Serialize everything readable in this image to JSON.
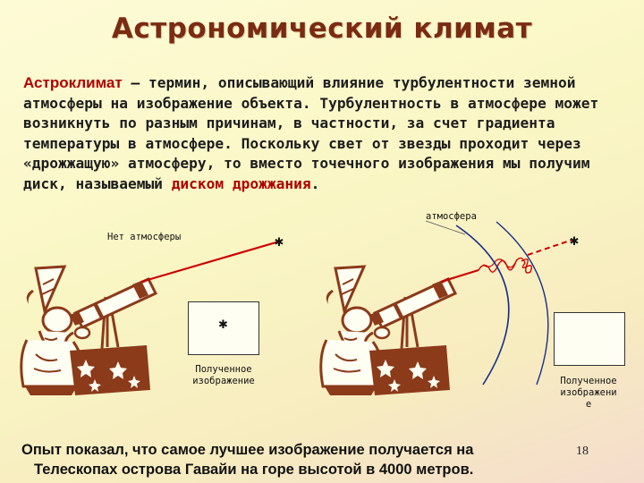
{
  "title": "Астрономический климат",
  "intro": {
    "term": "Астроклимат",
    "dash": " – ",
    "text": "термин, описывающий влияние турбулентности земной атмосферы на изображение объекта. Турбулентность в атмосфере может возникнуть по разным причинам, в частности, за счет градиента температуры в атмосфере. Поскольку свет от звезды проходит через «дрожжащую» атмосферу, то вместо точечного изображения мы получим диск, называемый ",
    "highlight": "диском дрожжания",
    "end": "."
  },
  "diagram": {
    "left_label": "Нет атмосферы",
    "atmosphere_label": "атмосфера",
    "left_caption_line1": "Полученное",
    "left_caption_line2": "изображение",
    "right_caption_line1": "Полученное",
    "right_caption_line2": "изображени",
    "right_caption_line3": "е"
  },
  "colors": {
    "title": "#7a2b12",
    "accent_red": "#b00000",
    "wizard_brown": "#8b3a1a"
  },
  "conclusion": {
    "line1": "Опыт показал, что самое лучшее изображение получается на",
    "line2": "Телескопах острова Гавайи на горе высотой в 4000 метров."
  },
  "page_number": "18"
}
